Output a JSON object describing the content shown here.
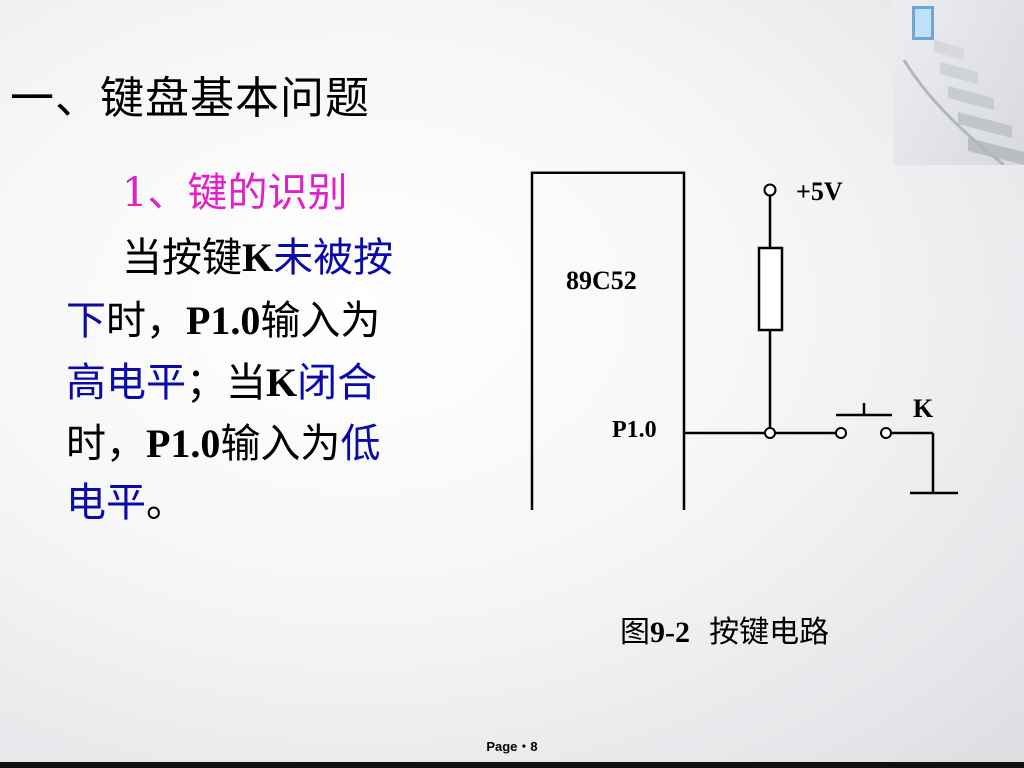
{
  "slide": {
    "title": "一、键盘基本问题",
    "subtitle": "1、键的识别",
    "paragraph_lines": [
      [
        {
          "t": "当按键",
          "c": "b"
        },
        {
          "t": "K",
          "c": "b",
          "n": true
        },
        {
          "t": "未被按",
          "c": "u"
        }
      ],
      [
        {
          "t": "下",
          "c": "u"
        },
        {
          "t": "时，",
          "c": "b"
        },
        {
          "t": "P1.0",
          "c": "b",
          "n": true
        },
        {
          "t": "输入为",
          "c": "b"
        }
      ],
      [
        {
          "t": "高电平",
          "c": "u"
        },
        {
          "t": "；当",
          "c": "b"
        },
        {
          "t": "K",
          "c": "b",
          "n": true
        },
        {
          "t": "闭合",
          "c": "u"
        }
      ],
      [
        {
          "t": "时，",
          "c": "b"
        },
        {
          "t": "P1.0",
          "c": "b",
          "n": true
        },
        {
          "t": "输入为",
          "c": "b"
        },
        {
          "t": "低",
          "c": "u"
        }
      ],
      [
        {
          "t": "电平",
          "c": "u"
        },
        {
          "t": "。",
          "c": "b"
        }
      ]
    ]
  },
  "circuit": {
    "chip_label": "89C52",
    "pin_label": "P1.0",
    "vcc_label": "+5V",
    "switch_label": "K"
  },
  "caption": {
    "prefix": "图",
    "number": "9-2",
    "text": "按键电路"
  },
  "footer": {
    "page_text": "Page・8"
  },
  "colors": {
    "black_text": "#000000",
    "blue_text": "#0a0aa8",
    "magenta_subtitle": "#e020c8"
  }
}
